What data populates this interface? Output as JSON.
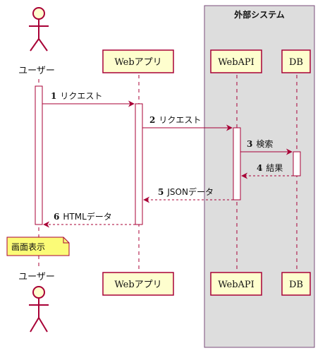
{
  "diagram": {
    "box": {
      "title": "外部システム"
    },
    "participants": {
      "user": "ユーザー",
      "webapp": "Webアプリ",
      "webapi": "WebAPI",
      "db": "DB"
    },
    "messages": [
      {
        "num": "1",
        "text": "リクエスト"
      },
      {
        "num": "2",
        "text": "リクエスト"
      },
      {
        "num": "3",
        "text": "検索"
      },
      {
        "num": "4",
        "text": "結果"
      },
      {
        "num": "5",
        "text": "JSONデータ"
      },
      {
        "num": "6",
        "text": "HTMLデータ"
      }
    ],
    "note": "画面表示",
    "colors": {
      "arrow": "#a80036",
      "participant_fill": "#fefece",
      "box_fill": "#dddddd",
      "note_fill": "#fbfb77"
    }
  }
}
